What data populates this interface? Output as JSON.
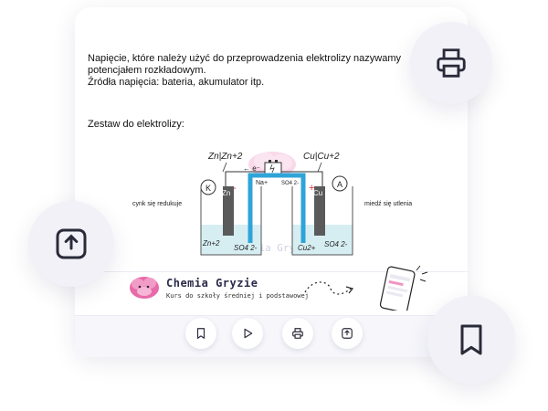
{
  "document": {
    "paragraph_lines": [
      "Napięcie, które należy użyć do przeprowadzenia elektrolizy nazywamy",
      "potencjałem rozkładowym.",
      "Źródła napięcia: bateria, akumulator itp."
    ],
    "heading": "Zestaw do elektrolizy:"
  },
  "diagram": {
    "left_half_cell": "Zn|Zn+2",
    "right_half_cell": "Cu|Cu+2",
    "electron_arrow": "← e⁻",
    "cathode_letter": "K",
    "anode_letter": "A",
    "minus_sign": "-",
    "plus_sign": "+",
    "left_electrode": "Zn",
    "right_electrode": "Cu",
    "bridge_left_ion": "Na+",
    "bridge_right_ion": "SO4 2-",
    "left_cation": "Zn+2",
    "left_anion": "SO4 2-",
    "right_cation": "Cu2+",
    "right_anion": "SO4 2-",
    "left_label": "cynk się redukuje",
    "right_label": "miedź się utlenia",
    "watermark": "Chemia Gryzie"
  },
  "banner": {
    "title": "Chemia Gryzie",
    "subtitle": "Kurs do szkoły średniej i podstawowej"
  },
  "icons": {
    "toolbar": [
      "bookmark-icon",
      "play-icon",
      "printer-icon",
      "upload-icon"
    ],
    "floating": [
      "printer-icon",
      "upload-icon",
      "bookmark-icon"
    ]
  },
  "colors": {
    "accent_blue": "#2fa4d8",
    "electrolyte": "#d6eef2",
    "minus": "#e0303a",
    "brain_pink": "#e86aa9"
  }
}
